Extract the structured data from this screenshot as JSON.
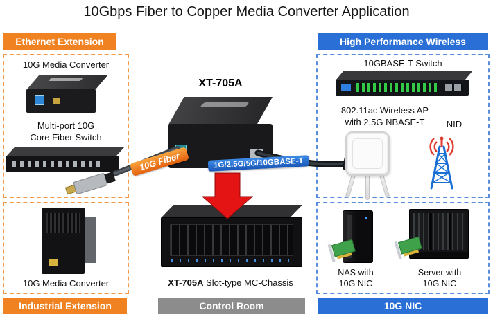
{
  "title": "10Gbps Fiber to Copper Media Converter Application",
  "colors": {
    "orange": "#F08222",
    "blue": "#2A6FD6",
    "gray": "#8C8C8C",
    "red": "#E51414"
  },
  "ethernet_extension": {
    "banner": "Ethernet Extension",
    "converter_label": "10G Media Converter",
    "switch_label": "Multi-port 10G\nCore Fiber Switch"
  },
  "industrial_extension": {
    "banner": "Industrial Extension",
    "converter_label": "10G Media Converter"
  },
  "center": {
    "model": "XT-705A",
    "fiber_cable_label": "10G Fiber",
    "copper_cable_label": "1G/2.5G/5G/10GBASE-T",
    "chassis_model": "XT-705A",
    "chassis_suffix": " Slot-type MC-Chassis",
    "banner": "Control Room"
  },
  "wireless": {
    "banner": "High Performance Wireless",
    "switch_label": "10GBASE-T Switch",
    "ap_label": "802.11ac Wireless AP\nwith 2.5G NBASE-T",
    "nid_label": "NID"
  },
  "nic": {
    "banner": "10G NIC",
    "nas_label": "NAS with\n10G NIC",
    "server_label": "Server with\n10G NIC"
  }
}
